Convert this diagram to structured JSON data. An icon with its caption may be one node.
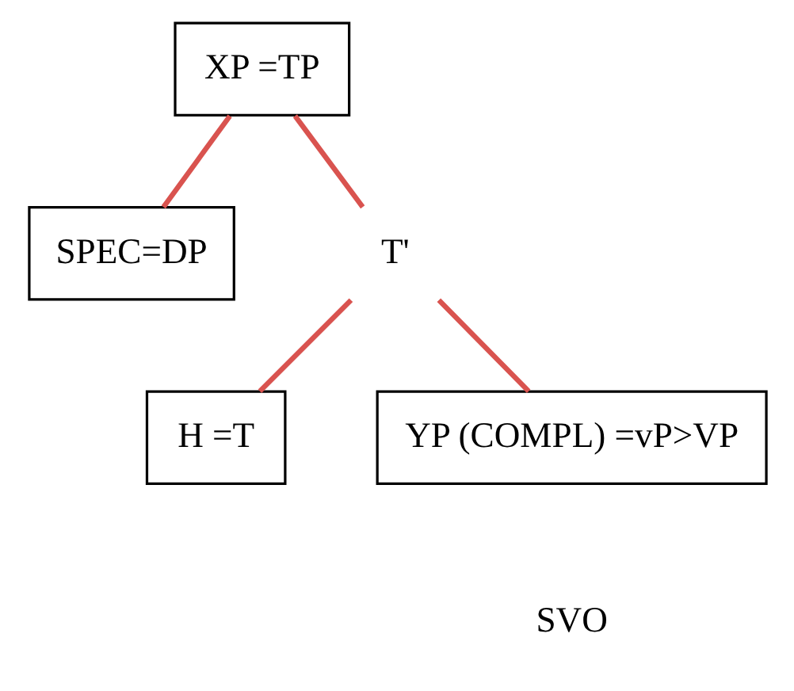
{
  "diagram": {
    "nodes": [
      {
        "text": [
          "XP =TP"
        ]
      },
      {
        "text": [
          "SPEC=DP"
        ]
      },
      {
        "text": [
          "T'"
        ]
      },
      {
        "text": [
          "H =T"
        ]
      },
      {
        "text": [
          "YP (COMPL) =vP>VP"
        ]
      }
    ],
    "edges": [
      {
        "from": 0,
        "to": 1,
        "arrow": "none"
      },
      {
        "from": 0,
        "to": 2,
        "arrow": "none"
      },
      {
        "from": 2,
        "to": 3,
        "arrow": "none"
      },
      {
        "from": 2,
        "to": 4,
        "arrow": "none"
      }
    ],
    "labels": [
      "SVO"
    ]
  }
}
